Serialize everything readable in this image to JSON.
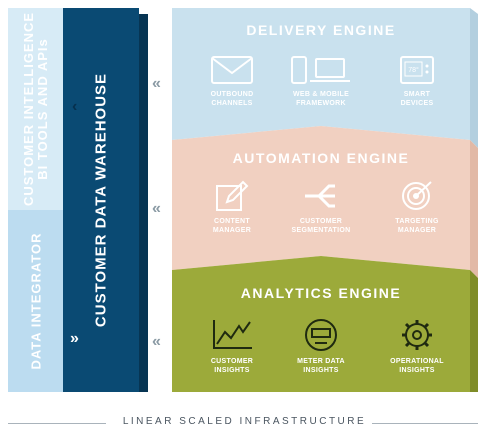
{
  "left": {
    "customer_intelligence": {
      "line1": "CUSTOMER INTELLIGENCE",
      "line2": "BI TOOLS AND APIs"
    },
    "data_integrator": "DATA INTEGRATOR",
    "customer_data_warehouse": "CUSTOMER DATA WAREHOUSE"
  },
  "engines": [
    {
      "title": "DELIVERY ENGINE",
      "color": "#c9e1ee",
      "items": [
        {
          "icon": "envelope-icon",
          "line1": "OUTBOUND",
          "line2": "CHANNELS"
        },
        {
          "icon": "phone-laptop-icon",
          "line1": "WEB & MOBILE",
          "line2": "FRAMEWORK"
        },
        {
          "icon": "thermostat-icon",
          "line1": "SMART",
          "line2": "DEVICES",
          "display": "78°"
        }
      ]
    },
    {
      "title": "AUTOMATION ENGINE",
      "color": "#f1d0c1",
      "items": [
        {
          "icon": "pencil-icon",
          "line1": "CONTENT",
          "line2": "MANAGER"
        },
        {
          "icon": "split-arrows-icon",
          "line1": "CUSTOMER",
          "line2": "SEGMENTATION"
        },
        {
          "icon": "target-icon",
          "line1": "TARGETING",
          "line2": "MANAGER"
        }
      ]
    },
    {
      "title": "ANALYTICS ENGINE",
      "color": "#9caa3a",
      "items": [
        {
          "icon": "line-chart-icon",
          "line1": "CUSTOMER",
          "line2": "INSIGHTS"
        },
        {
          "icon": "meter-icon",
          "line1": "METER DATA",
          "line2": "INSIGHTS"
        },
        {
          "icon": "gear-icon",
          "line1": "OPERATIONAL",
          "line2": "INSIGHTS"
        }
      ]
    }
  ],
  "footer": "LINEAR SCALED INFRASTRUCTURE"
}
